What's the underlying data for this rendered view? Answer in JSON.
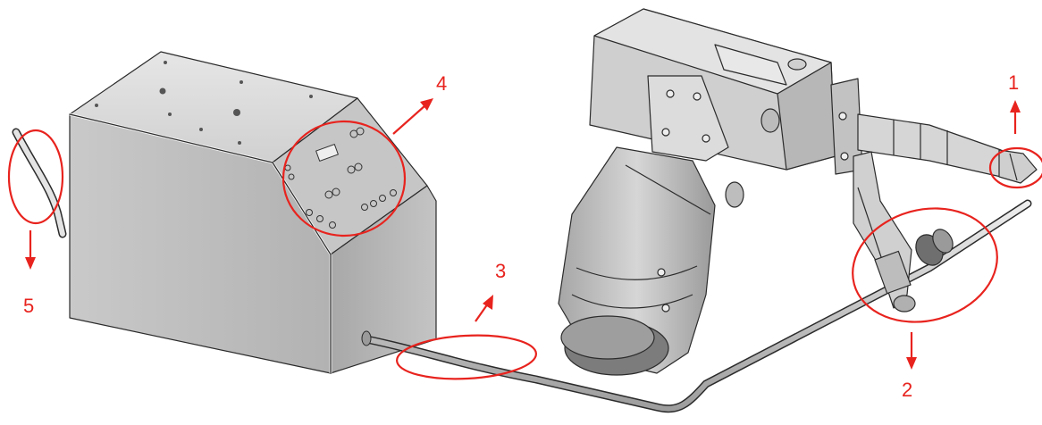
{
  "colors": {
    "annotation": "#e8231e",
    "outline": "#2b2b2b",
    "metal_light": "#d9d9d9",
    "metal_mid": "#b9b9b9",
    "metal_dark": "#8c8c8c"
  },
  "callouts": [
    {
      "id": "1",
      "label": "1",
      "arrow": "up"
    },
    {
      "id": "2",
      "label": "2",
      "arrow": "down"
    },
    {
      "id": "3",
      "label": "3",
      "arrow": "up-right"
    },
    {
      "id": "4",
      "label": "4",
      "arrow": "up-right"
    },
    {
      "id": "5",
      "label": "5",
      "arrow": "down"
    }
  ]
}
